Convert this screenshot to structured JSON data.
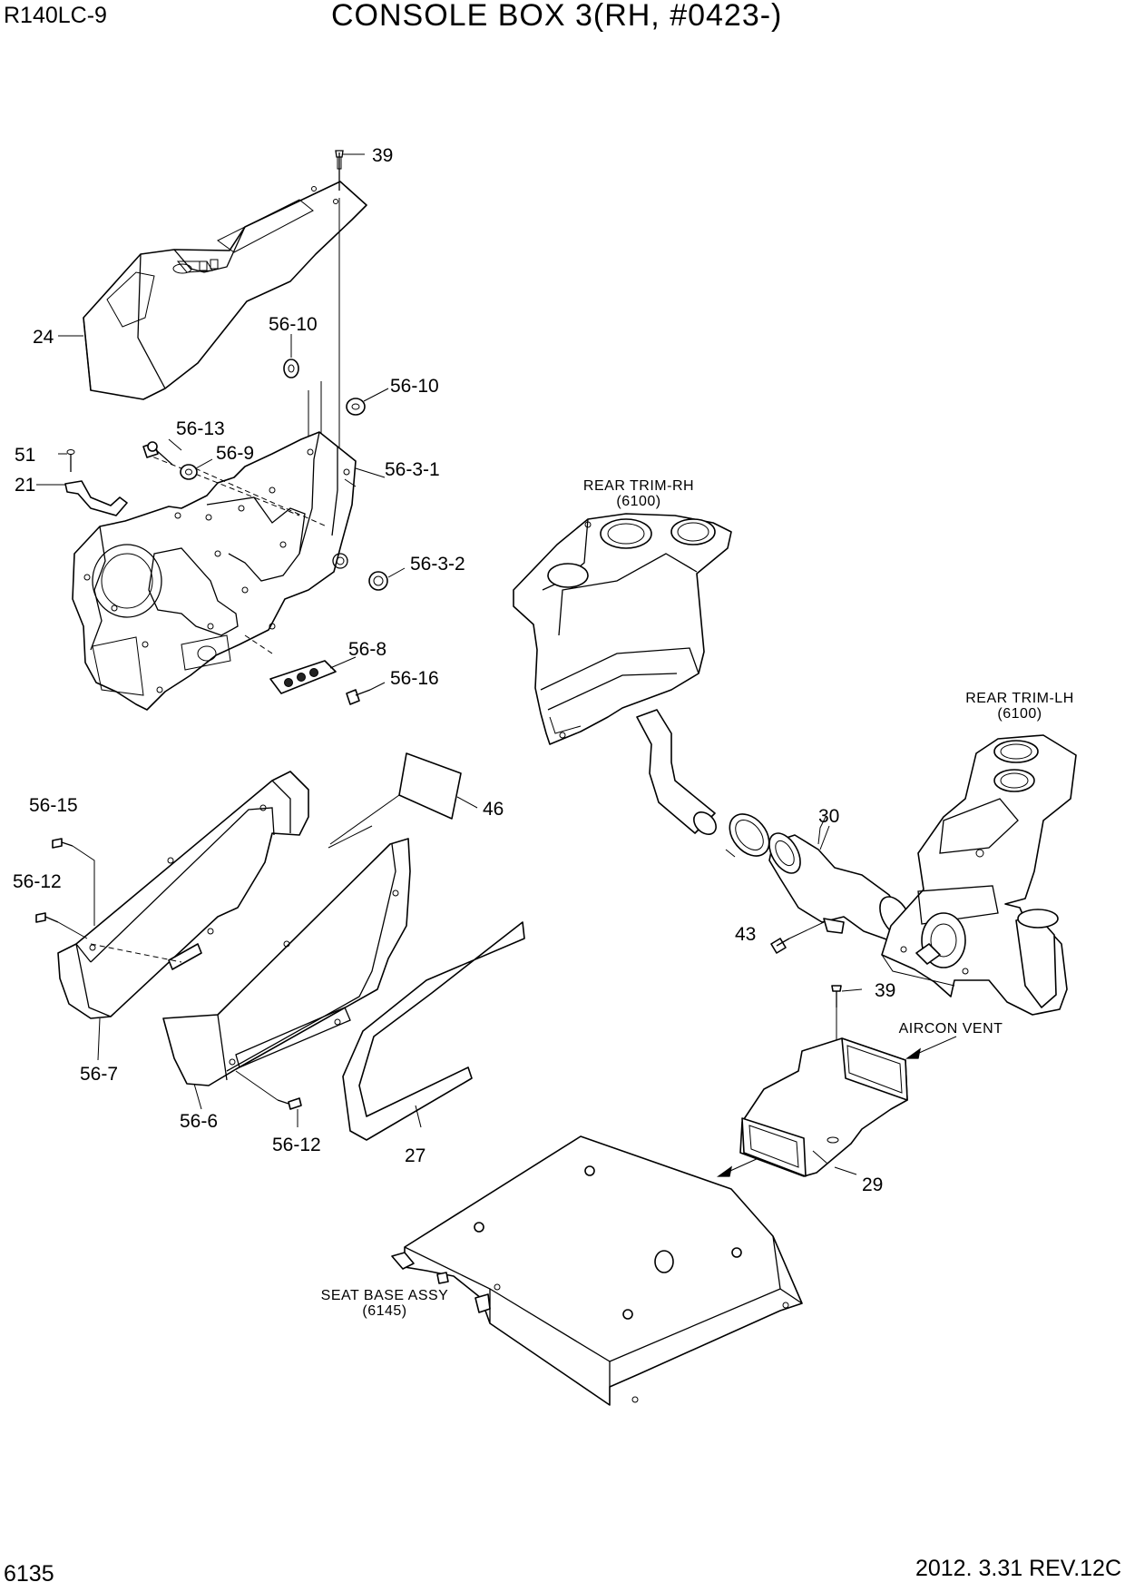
{
  "header": {
    "model": "R140LC-9",
    "title": "CONSOLE BOX 3(RH, #0423-)"
  },
  "footer": {
    "page_number": "6135",
    "date_revision": "2012. 3.31  REV.12C"
  },
  "callouts": {
    "p39_top": "39",
    "p24": "24",
    "p56_10_a": "56-10",
    "p56_10_b": "56-10",
    "p56_13": "56-13",
    "p56_9": "56-9",
    "p51": "51",
    "p21": "21",
    "p56_3_1": "56-3-1",
    "p56_3_2": "56-3-2",
    "p56_8": "56-8",
    "p56_16": "56-16",
    "p56_15": "56-15",
    "p56_12_a": "56-12",
    "p56_7": "56-7",
    "p56_6": "56-6",
    "p56_12_b": "56-12",
    "p46": "46",
    "p27": "27",
    "p30": "30",
    "p43": "43",
    "p39_right": "39",
    "p29": "29"
  },
  "references": {
    "rear_trim_rh": {
      "name": "REAR TRIM-RH",
      "page": "(6100)"
    },
    "rear_trim_lh": {
      "name": "REAR TRIM-LH",
      "page": "(6100)"
    },
    "aircon_vent": {
      "name": "AIRCON VENT"
    },
    "seat_base": {
      "name": "SEAT BASE ASSY",
      "page": "(6145)"
    }
  }
}
